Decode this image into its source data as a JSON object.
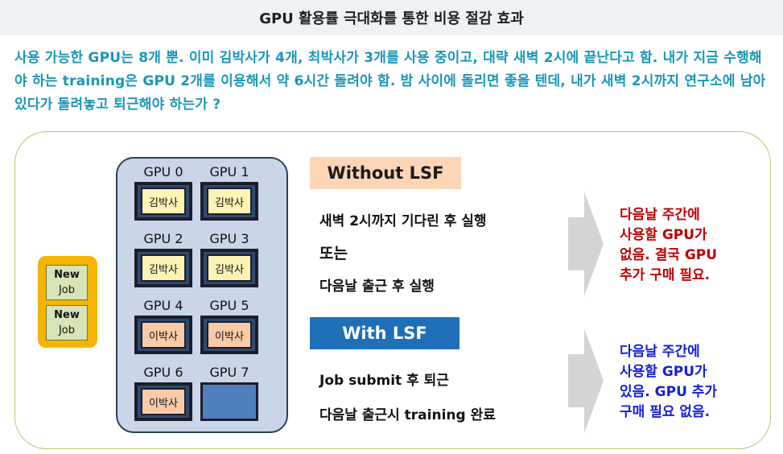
{
  "title": "GPU 활용률 극대화를 통한 비용 절감 효과",
  "question": "사용 가능한 GPU는 8개 뿐. 이미 김박사가 4개, 최박사가 3개를 사용 중이고, 대략 새벽 2시에 끝난다고 함. 내가 지금 수행해야 하는 training은 GPU 2개를 이용해서 약 6시간 돌려야 함. 밤 사이에 돌리면 좋을 텐데, 내가 새벽 2시까지 연구소에 남아 있다가 돌려놓고 퇴근해야 하는가 ?",
  "queue": {
    "jobs": [
      {
        "line1": "New",
        "line2": "Job"
      },
      {
        "line1": "New",
        "line2": "Job"
      }
    ]
  },
  "gpus": [
    {
      "label": "GPU 0",
      "user": "김박사",
      "state": "kim"
    },
    {
      "label": "GPU 1",
      "user": "김박사",
      "state": "kim"
    },
    {
      "label": "GPU 2",
      "user": "김박사",
      "state": "kim"
    },
    {
      "label": "GPU 3",
      "user": "김박사",
      "state": "kim"
    },
    {
      "label": "GPU 4",
      "user": "이박사",
      "state": "lee"
    },
    {
      "label": "GPU 5",
      "user": "이박사",
      "state": "lee"
    },
    {
      "label": "GPU 6",
      "user": "이박사",
      "state": "lee"
    },
    {
      "label": "GPU 7",
      "user": "",
      "state": "free"
    }
  ],
  "without_lsf": {
    "tag": "Without LSF",
    "steps": [
      "새벽 2시까지 기다린 후 실행",
      "또는",
      "다음날 출근 후 실행"
    ],
    "result": [
      "다음날 주간에",
      "사용할 GPU가",
      "없음. 결국 GPU",
      "추가 구매 필요."
    ]
  },
  "with_lsf": {
    "tag": "With LSF",
    "steps": [
      "Job submit 후 퇴근",
      "다음날 출근시 training 완료"
    ],
    "result": [
      "다음날 주간에",
      "사용할 GPU가",
      "있음. GPU 추가",
      "구매 필요 없음."
    ]
  },
  "colors": {
    "question_text": "#1a96b8",
    "without_result": "#c00000",
    "with_result": "#1420d6",
    "with_tag_bg": "#1e6fb8",
    "without_tag_bg": "#fbd5b5",
    "queue_bg": "#f4b400",
    "cluster_bg": "#c8d6e8"
  }
}
